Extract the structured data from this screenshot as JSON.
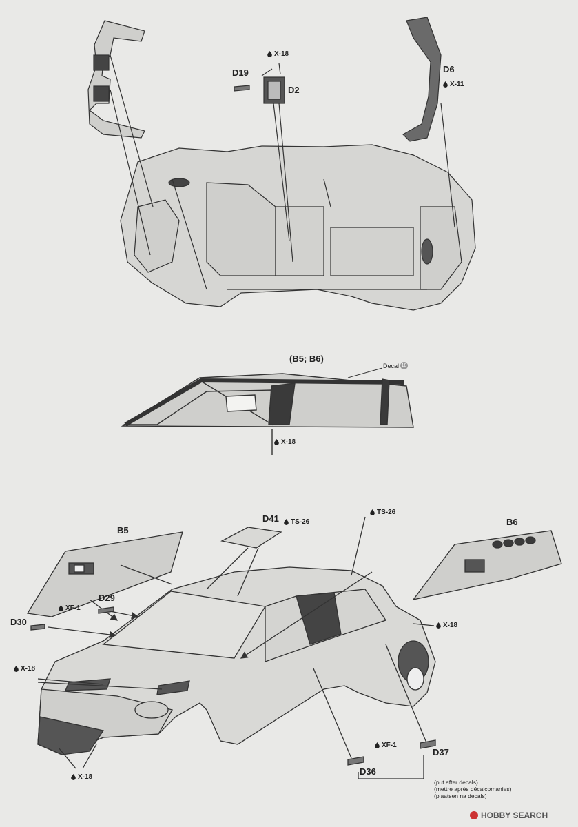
{
  "top": {
    "d19": "D19",
    "d2": "D2",
    "d6": "D6",
    "x18": "X-18",
    "x11": "X-11"
  },
  "middle": {
    "title": "(B5; B6)",
    "decal_label": "Decal",
    "decal_num": "18",
    "x18": "X-18"
  },
  "bottom": {
    "b5": "B5",
    "b6": "B6",
    "d41": "D41",
    "ts26a": "TS-26",
    "ts26b": "TS-26",
    "d29": "D29",
    "d30": "D30",
    "xf1a": "XF-1",
    "x18_left": "X-18",
    "x18_right": "X-18",
    "x18_bottom": "X-18",
    "xf1b": "XF-1",
    "d37": "D37",
    "d36": "D36",
    "note": [
      "(put after decals)",
      "(mettre après décalcomanies)",
      "(plaatsen na decals)"
    ]
  },
  "watermark": "HOBBY SEARCH",
  "colors": {
    "line": "#333333",
    "fill": "#d9d9d6",
    "dark": "#3a3a3a"
  },
  "icons": [
    "paint-drop-icon",
    "arrow-icon",
    "hobbysearch-logo-icon"
  ]
}
